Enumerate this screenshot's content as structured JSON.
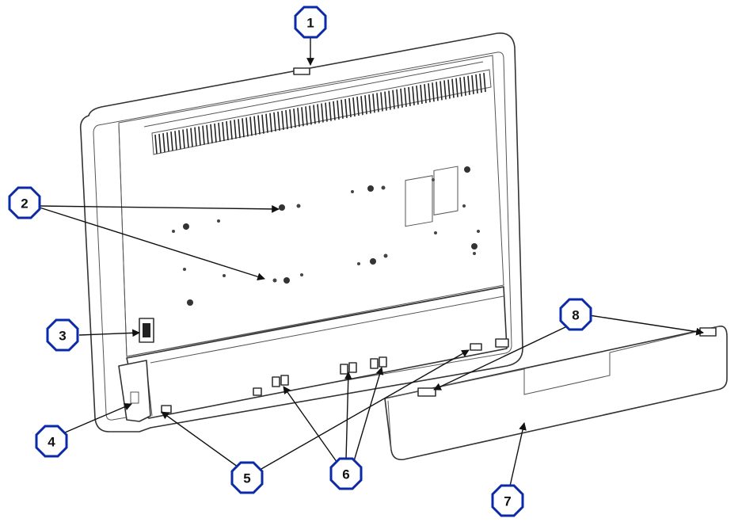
{
  "callouts": [
    {
      "number": "1"
    },
    {
      "number": "2"
    },
    {
      "number": "3"
    },
    {
      "number": "4"
    },
    {
      "number": "5"
    },
    {
      "number": "6"
    },
    {
      "number": "7"
    },
    {
      "number": "8"
    }
  ],
  "colors": {
    "badge_border": "#0b2aa8",
    "line": "#333333",
    "background": "#ffffff"
  }
}
